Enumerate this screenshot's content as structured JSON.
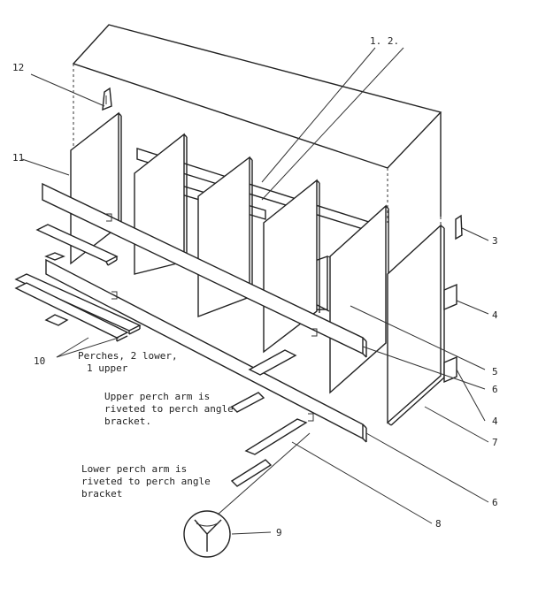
{
  "callouts": {
    "c1_2": "1. 2.",
    "c3": "3",
    "c4a": "4",
    "c4b": "4",
    "c5": "5",
    "c6a": "6",
    "c6b": "6",
    "c7": "7",
    "c8": "8",
    "c9": "9",
    "c10": "10",
    "c11": "11",
    "c12": "12"
  },
  "notes": {
    "perches": [
      "Perches, 2 lower,",
      "1 upper"
    ],
    "upper_arm": [
      "Upper perch arm is",
      "riveted to perch angle",
      "bracket."
    ],
    "lower_arm": [
      "Lower perch arm is",
      "riveted to perch angle",
      "bracket"
    ]
  }
}
